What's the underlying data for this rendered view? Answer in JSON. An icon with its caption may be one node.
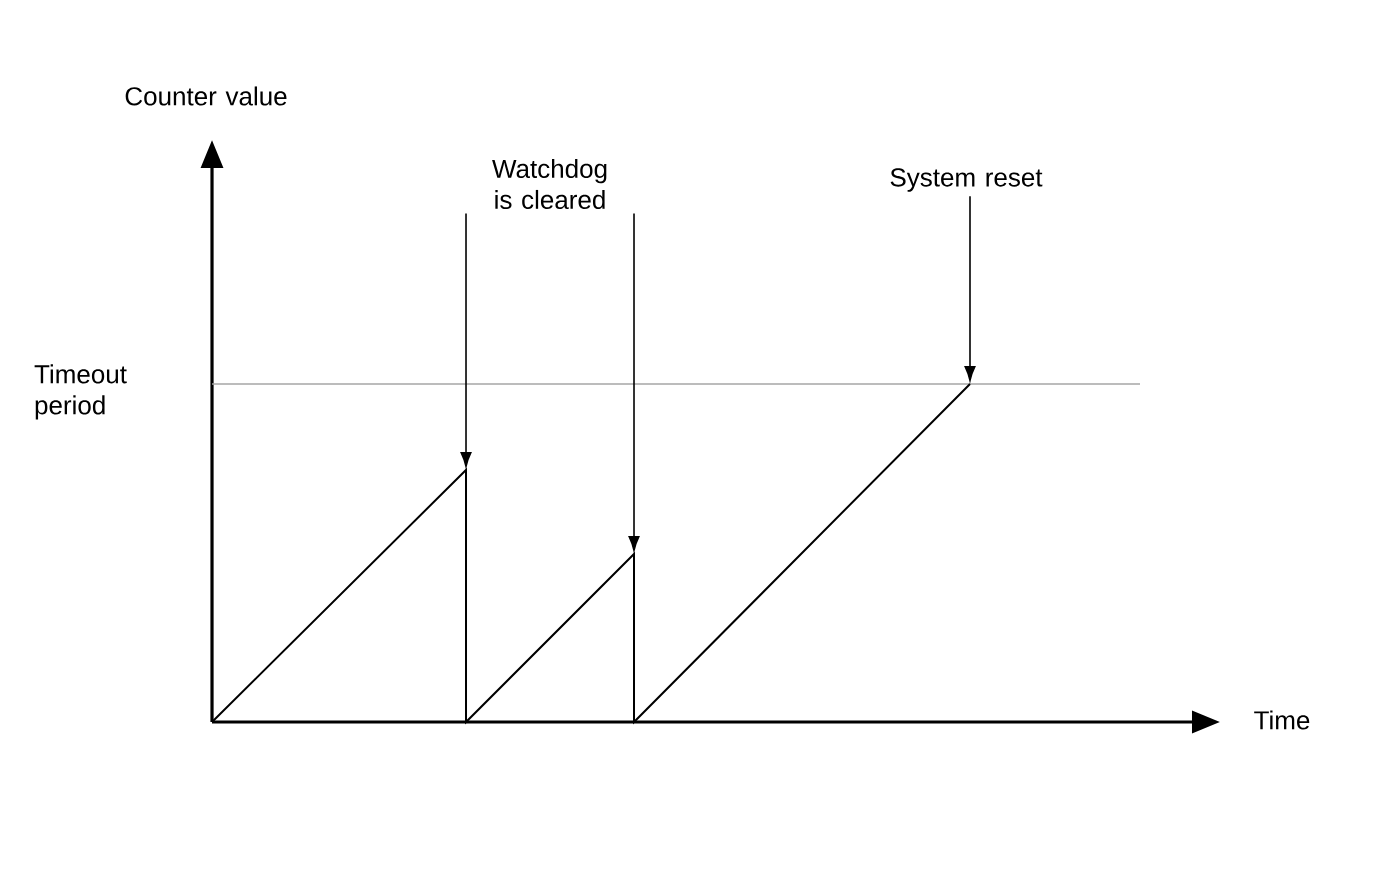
{
  "diagram": {
    "nodes": [
      {
        "text": [
          "Watchdog is cleared"
        ]
      },
      {
        "text": [
          "System reset"
        ]
      }
    ],
    "edges": [
      {
        "from": 0,
        "to": null,
        "arrow": "to"
      },
      {
        "from": 0,
        "to": null,
        "arrow": "to"
      },
      {
        "from": 1,
        "to": null,
        "arrow": "to"
      }
    ],
    "labels": [
      "Counter value",
      "Timeout period",
      "Time"
    ]
  }
}
